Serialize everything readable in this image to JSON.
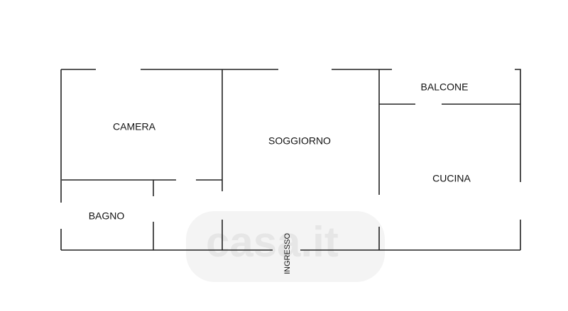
{
  "rooms": {
    "camera": "CAMERA",
    "bagno": "BAGNO",
    "soggiorno": "SOGGIORNO",
    "balcone": "BALCONE",
    "cucina": "CUCINA",
    "ingresso": "INGRESSO"
  },
  "watermark": "casa.it",
  "colors": {
    "wall": "#222222",
    "background": "#ffffff"
  }
}
